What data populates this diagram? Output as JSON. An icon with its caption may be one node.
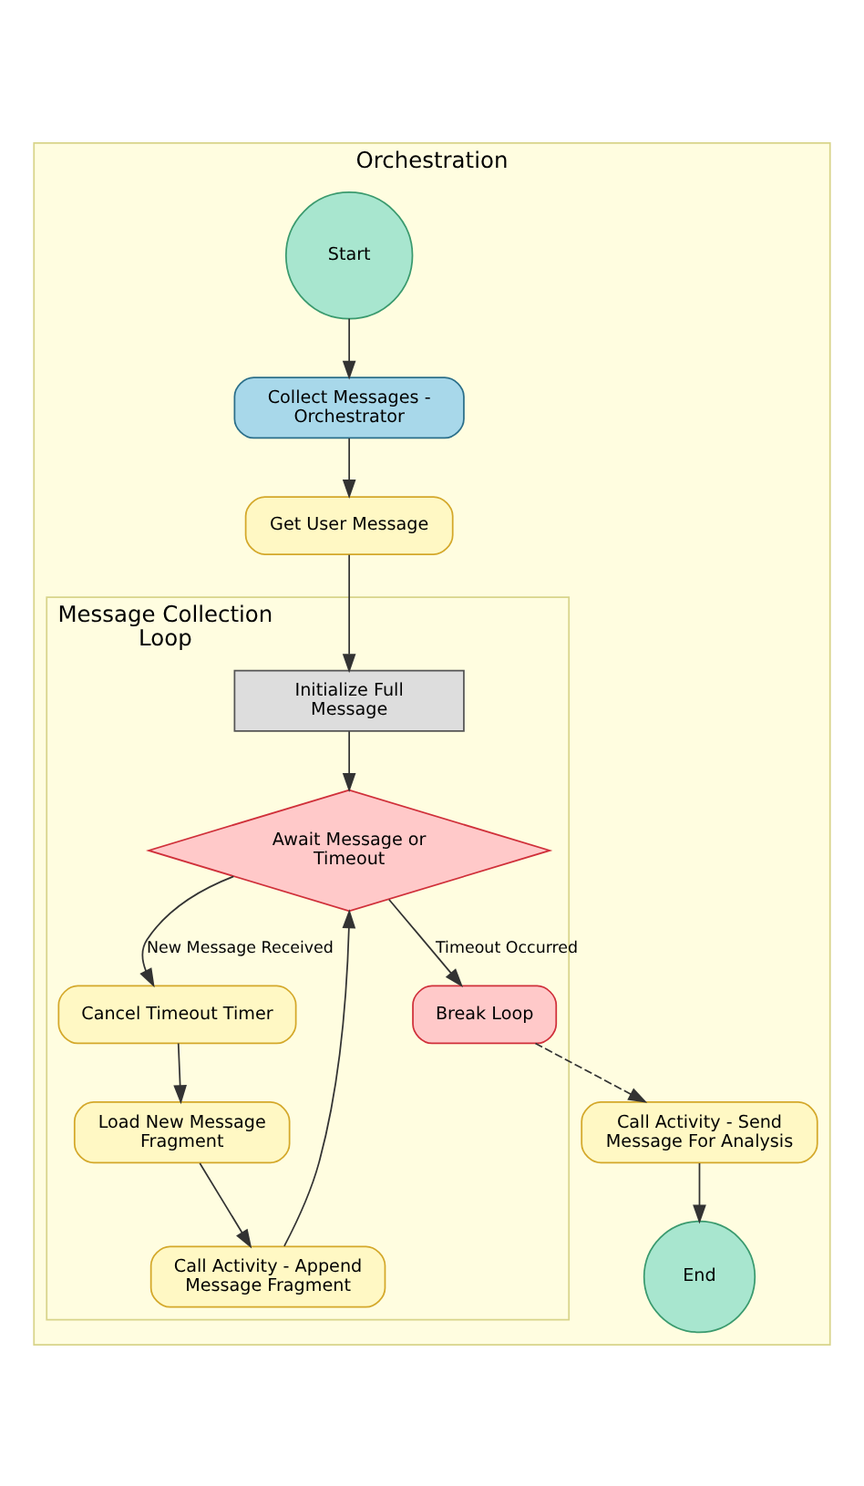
{
  "diagram": {
    "nodes": [
      {
        "text": [
          "Orchestration"
        ]
      },
      {
        "text": [
          "Start"
        ],
        "in": 0
      },
      {
        "text": [
          "Collect Messages - Orchestrator"
        ],
        "in": 0
      },
      {
        "text": [
          "Get User Message"
        ],
        "in": 0
      },
      {
        "text": [
          "Message Collection Loop"
        ],
        "in": 0
      },
      {
        "text": [
          "Initialize Full Message"
        ],
        "in": 4
      },
      {
        "text": [
          "Await Message or Timeout"
        ],
        "in": 4
      },
      {
        "text": [
          "Cancel Timeout Timer"
        ],
        "in": 4
      },
      {
        "text": [
          "Break Loop"
        ],
        "in": 4
      },
      {
        "text": [
          "Load New Message Fragment"
        ],
        "in": 4
      },
      {
        "text": [
          "Call Activity - Append Message Fragment"
        ],
        "in": 4
      },
      {
        "text": [
          "Call Activity - Send Message For Analysis"
        ],
        "in": 0
      },
      {
        "text": [
          "End"
        ],
        "in": 0
      }
    ],
    "edges": [
      {
        "from": 1,
        "to": 2,
        "arrow": "to"
      },
      {
        "from": 2,
        "to": 3,
        "arrow": "to"
      },
      {
        "from": 3,
        "to": 5,
        "arrow": "to"
      },
      {
        "from": 5,
        "to": 6,
        "arrow": "to"
      },
      {
        "from": 6,
        "to": 7,
        "arrow": "to",
        "label": "New Message Received"
      },
      {
        "from": 6,
        "to": 8,
        "arrow": "to",
        "label": "Timeout Occurred"
      },
      {
        "from": 7,
        "to": 9,
        "arrow": "to"
      },
      {
        "from": 9,
        "to": 10,
        "arrow": "to"
      },
      {
        "from": 10,
        "to": 6,
        "arrow": "to"
      },
      {
        "from": 8,
        "to": 11,
        "arrow": "to",
        "style": "dashed"
      },
      {
        "from": 11,
        "to": 12,
        "arrow": "to"
      }
    ]
  }
}
